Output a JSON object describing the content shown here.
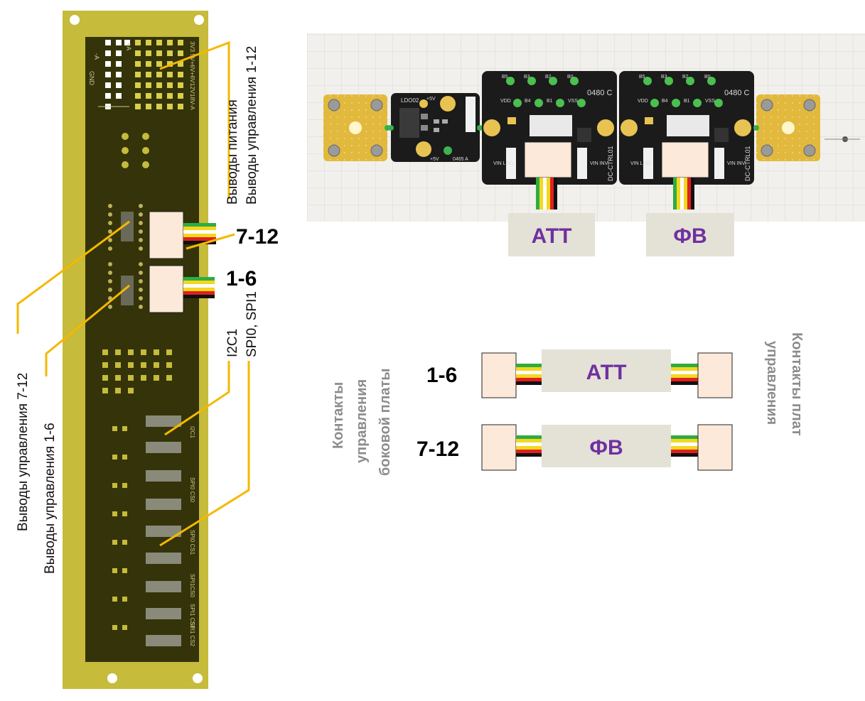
{
  "left_board": {
    "silk": {
      "neg": "-A",
      "pos": "+A",
      "gnd": "GND",
      "volts": "3V3 5V+6V+6V12V18V-A",
      "i2c1": "I2C1",
      "spi0cs0": "SPI0 CS0",
      "spi0cs1": "SPI0 CS1",
      "spi1cs0": "SPI1CS0",
      "spi1cs1": "SPI1 CS1",
      "spi1cs2": "SPI1 CS2"
    },
    "labels": {
      "power_pins": "Выводы питания",
      "control_pins_1_12": "Выводы управления 1-12",
      "group_7_12": "7-12",
      "group_1_6": "1-6",
      "control_pins_7_12": "Выводы управления 7-12",
      "control_pins_1_6": "Выводы управления 1-6",
      "i2c1": "I2C1",
      "spi": "SPI0, SPI1"
    }
  },
  "modules": {
    "ldo": {
      "name": "LDO02",
      "plus5v_top": "+5V",
      "plus5v_bottom": "+5V",
      "code": "0465 A"
    },
    "ctrl_boards": [
      {
        "pins_top": [
          "B5",
          "B3",
          "B2",
          "B0"
        ],
        "pins_mid": [
          "VDD",
          "B4",
          "B1",
          "VSS"
        ],
        "code": "0480 C",
        "vin_ldo": "VIN LDO",
        "vin_inv": "VIN INV",
        "side": "DC-CTRL01",
        "tag": "АТТ"
      },
      {
        "pins_top": [
          "B5",
          "B3",
          "B2",
          "B0"
        ],
        "pins_mid": [
          "VDD",
          "B4",
          "B1",
          "VSS"
        ],
        "code": "0480 C",
        "vin_ldo": "VIN LDO",
        "vin_inv": "VIN INV",
        "side": "DC-CTRL01",
        "tag": "ФВ"
      }
    ]
  },
  "legend": {
    "left_caption": [
      "Контакты",
      "управления",
      "боковой платы"
    ],
    "right_caption": [
      "Контакты плат",
      "управления"
    ],
    "rows": [
      {
        "group": "1-6",
        "target": "АТТ"
      },
      {
        "group": "7-12",
        "target": "ФВ"
      }
    ]
  },
  "colors": {
    "pcb_green": "#34330a",
    "pcb_gold": "#c6bb3a",
    "callout": "#f5b800",
    "label_purple": "#7030a0",
    "label_box": "#e4e1d6",
    "gray_text": "#8c8c8c",
    "wire_green": "#2eac44",
    "wire_yellow": "#f2d81e",
    "wire_red": "#e02020"
  }
}
